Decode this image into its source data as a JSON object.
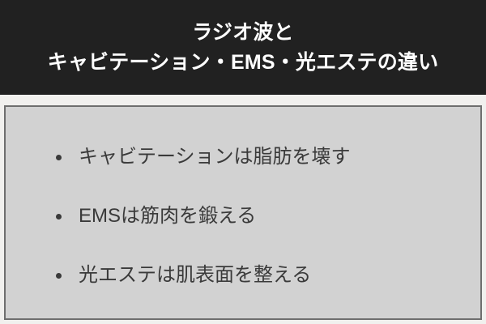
{
  "slide": {
    "header": {
      "background_color": "#212121",
      "text_color": "#ffffff",
      "title_lines": [
        "ラジオ波と",
        "キャビテーション・EMS・光エステの違い"
      ]
    },
    "card": {
      "background_color": "#d2d2d2",
      "border_color": "#6e6e6e",
      "text_color": "#3a3a3a",
      "bullets": [
        {
          "marker": "bullet-dot",
          "text": "キャビテーションは脂肪を壊す"
        },
        {
          "marker": "bullet-dot",
          "text": "EMSは筋肉を鍛える"
        },
        {
          "marker": "bullet-dot",
          "text": "光エステは肌表面を整える"
        }
      ]
    },
    "page_background_color": "#f1f0ee"
  }
}
